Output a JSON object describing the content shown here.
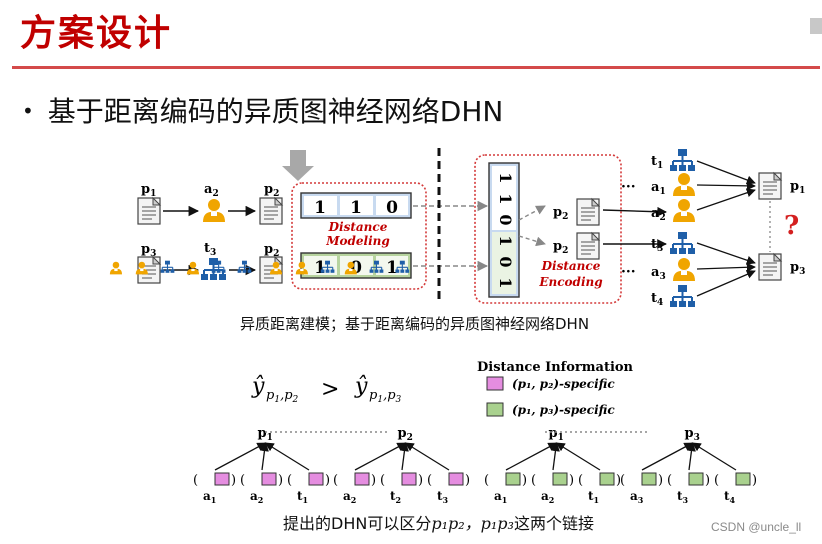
{
  "slide": {
    "title": "方案设计",
    "bullet": "•",
    "bullet_text": "基于距离编码的异质图神经网络DHN"
  },
  "upper_diagram": {
    "left_pairs": [
      {
        "src": "p",
        "src_sub": "1",
        "via": "a",
        "via_sub": "2",
        "dst": "p",
        "dst_sub": "2"
      },
      {
        "src": "p",
        "src_sub": "3",
        "via": "t",
        "via_sub": "3",
        "dst": "p",
        "dst_sub": "2"
      }
    ],
    "modeling_codes": [
      [
        "1",
        "1",
        "0"
      ],
      [
        "1",
        "0",
        "1"
      ]
    ],
    "modeling_label_1": "Distance",
    "modeling_label_2": "Modeling",
    "encoding_code": [
      "1",
      "1",
      "0",
      "1",
      "0",
      "1"
    ],
    "encoding_label_1": "Distance",
    "encoding_label_2": "Encoding",
    "mid_nodes": [
      {
        "t": "p",
        "s": "2"
      },
      {
        "t": "p",
        "s": "2"
      }
    ],
    "dots": "···",
    "right_left_col": [
      {
        "t": "t",
        "s": "1"
      },
      {
        "t": "a",
        "s": "1"
      },
      {
        "t": "a",
        "s": "2"
      },
      {
        "t": "t",
        "s": "3"
      },
      {
        "t": "a",
        "s": "3"
      },
      {
        "t": "t",
        "s": "4"
      }
    ],
    "right_targets": [
      {
        "t": "p",
        "s": "1"
      },
      {
        "t": "p",
        "s": "3"
      }
    ],
    "question": "?"
  },
  "caption_top": "异质距离建模；基于距离编码的异质图神经网络DHN",
  "lower_diagram": {
    "formula_y": "ŷ",
    "formula_sub_1": "p",
    "formula_sub_1a": "1",
    "formula_sub_1b": ",p",
    "formula_sub_1c": "2",
    "formula_gt": ">",
    "formula_sub_2c": "3",
    "legend_title": "Distance Information",
    "legend": [
      {
        "label": "(p₁, p₂)-specific",
        "color": "#e58de0"
      },
      {
        "label": "(p₁, p₃)-specific",
        "color": "#a9d18e"
      }
    ],
    "trees": [
      {
        "root": "p",
        "root_sub": "1",
        "leaves": [
          {
            "t": "a",
            "s": "1"
          },
          {
            "t": "a",
            "s": "2"
          },
          {
            "t": "t",
            "s": "1"
          }
        ],
        "color": "#e58de0"
      },
      {
        "root": "p",
        "root_sub": "2",
        "leaves": [
          {
            "t": "a",
            "s": "2"
          },
          {
            "t": "t",
            "s": "2"
          },
          {
            "t": "t",
            "s": "3"
          }
        ],
        "color": "#e58de0"
      },
      {
        "root": "p",
        "root_sub": "1",
        "leaves": [
          {
            "t": "a",
            "s": "1"
          },
          {
            "t": "a",
            "s": "2"
          },
          {
            "t": "t",
            "s": "1"
          }
        ],
        "color": "#a9d18e"
      },
      {
        "root": "p",
        "root_sub": "3",
        "leaves": [
          {
            "t": "a",
            "s": "3"
          },
          {
            "t": "t",
            "s": "3"
          },
          {
            "t": "t",
            "s": "4"
          }
        ],
        "color": "#a9d18e"
      }
    ]
  },
  "caption_bottom_1": "提出的DHN可以区分",
  "caption_bottom_2": "p₁p₂，p₁p₃",
  "caption_bottom_3": "这两个链接",
  "watermark": "CSDN @uncle_ll",
  "colors": {
    "title_red": "#c00000",
    "dotted_red": "#d43a3a",
    "blue_dark": "#1f5fa8",
    "person_orange": "#f0a500",
    "code_blue": "#dbe9f7",
    "code_green": "#e4efdc"
  }
}
